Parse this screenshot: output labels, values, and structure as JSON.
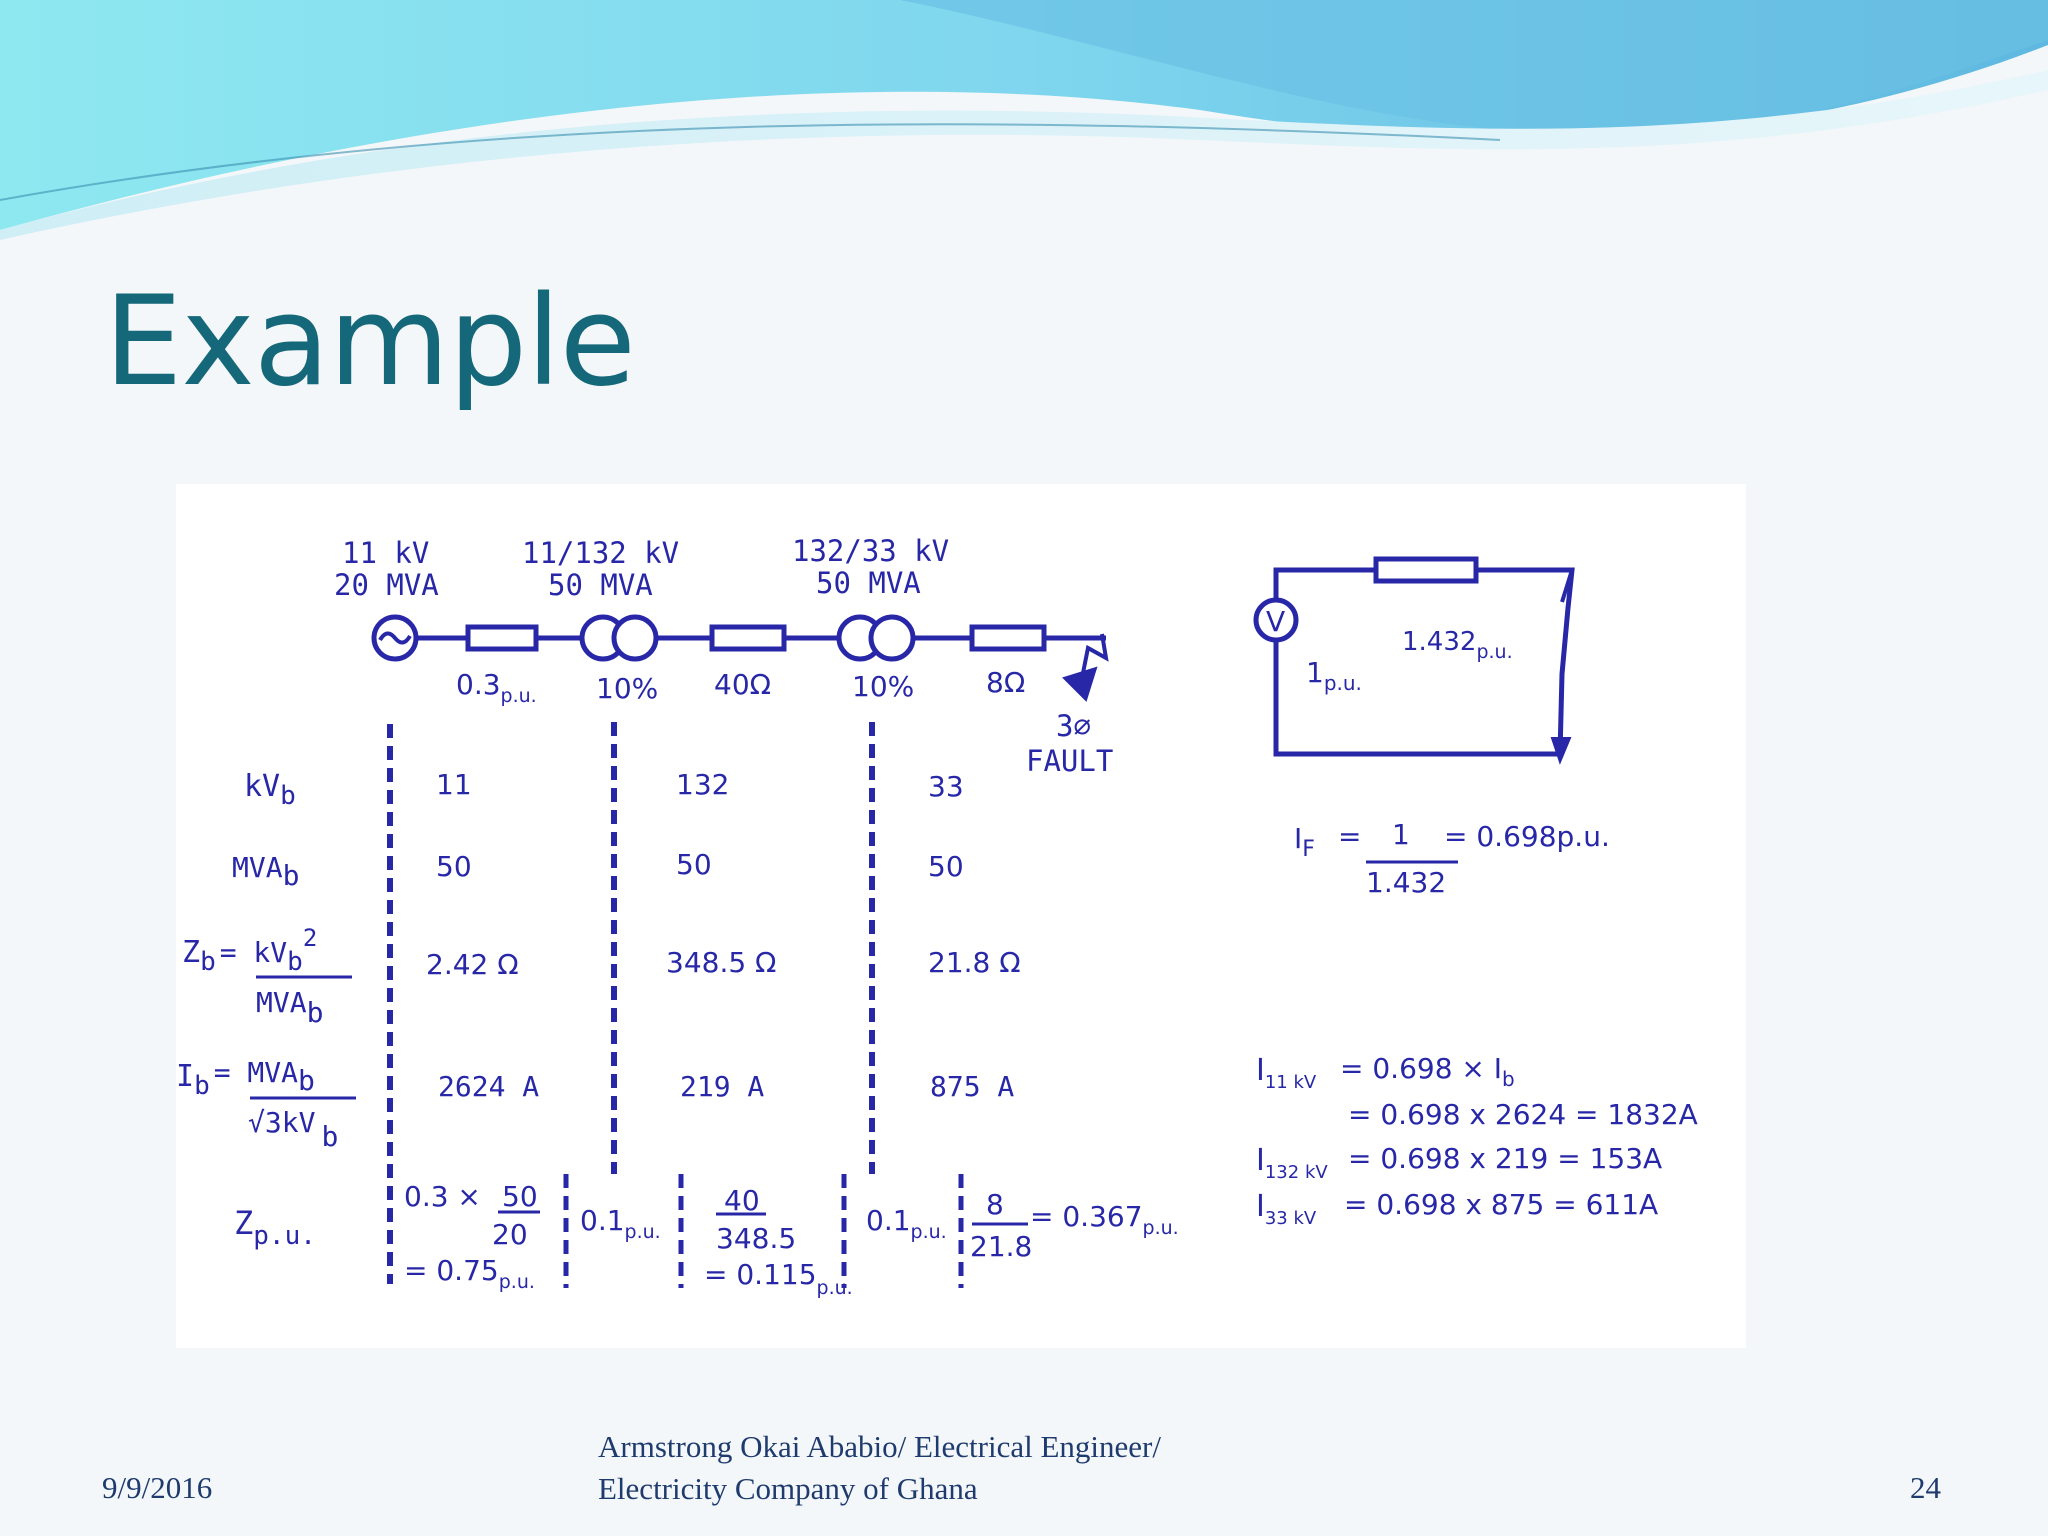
{
  "slide": {
    "title": "Example",
    "date": "9/9/2016",
    "author_line1": "Armstrong Okai Ababio/  Electrical Engineer/",
    "author_line2": "Electricity Company of Ghana",
    "page_number": "24",
    "colors": {
      "title": "#156879",
      "diagram": "#2727a8",
      "wave_light": "#8ee8f0",
      "wave_dark": "#5fb8e0"
    }
  },
  "one_line": {
    "gen_kv": "11 kV",
    "gen_mva": "20 MVA",
    "t1_ratio": "11/132 kV",
    "t1_mva": "50 MVA",
    "t2_ratio": "132/33 kV",
    "t2_mva": "50 MVA",
    "gen_z_main": "0.3",
    "gen_z_sub": "p.u.",
    "t1_z": "10%",
    "line_z": "40Ω",
    "t2_z": "10%",
    "feeder_z": "8Ω",
    "fault_type": "3∅",
    "fault_label": "FAULT"
  },
  "base_table": {
    "kvb_label": "kV",
    "kvb_sub": "b",
    "mvab_label": "MVA",
    "mvab_sub": "b",
    "zb_label": "Z",
    "zb_sub": "b",
    "zb_eq": "= kV",
    "zb_eq_sub": "b",
    "zb_sup": "2",
    "zb_den": "MVA",
    "zb_den_sub": "b",
    "ib_label": "I",
    "ib_sub": "b",
    "ib_eq": "= MVA",
    "ib_eq_sub": "b",
    "ib_den": "√3kV",
    "ib_den_sub": "b",
    "zpu_label": "Z",
    "zpu_sub": "p.u.",
    "kvb": [
      "11",
      "132",
      "33"
    ],
    "mvab": [
      "50",
      "50",
      "50"
    ],
    "zb": [
      "2.42 Ω",
      "348.5  Ω",
      "21.8  Ω"
    ],
    "ib": [
      "2624 A",
      "219  A",
      "875  A"
    ]
  },
  "zpu": {
    "gen_a": "0.3 ×",
    "gen_num": "50",
    "gen_den": "20",
    "gen_res": "= 0.75",
    "gen_res_sub": "p.u.",
    "t1": "0.1",
    "t1_sub": "p.u.",
    "line_num": "40",
    "line_den": "348.5",
    "line_res": "= 0.115",
    "line_res_sub": "p.u.",
    "t2": "0.1",
    "t2_sub": "p.u.",
    "feed_num": "8",
    "feed_den": "21.8",
    "feed_res": "= 0.367",
    "feed_res_sub": "p.u."
  },
  "equivalent": {
    "z_main": "1.432",
    "z_sub": "p.u.",
    "source_symbol": "V",
    "v_main": "1",
    "v_sub": "p.u.",
    "if_label": "I",
    "if_sub": "F",
    "if_eq": "=",
    "if_num": "1",
    "if_den": "1.432",
    "if_res": "=  0.698p.u."
  },
  "currents": {
    "i11_label": "I",
    "i11_sub": "11 kV",
    "i11_line1": "=  0.698 × I",
    "i11_line1_sub": "b",
    "i11_line2": "=  0.698 x 2624  =  1832A",
    "i132_label": "I",
    "i132_sub": "132 kV",
    "i132_line": "=  0.698 x 219  =  153A",
    "i33_label": "I",
    "i33_sub": "33 kV",
    "i33_line": "=  0.698 x 875  =  611A"
  }
}
